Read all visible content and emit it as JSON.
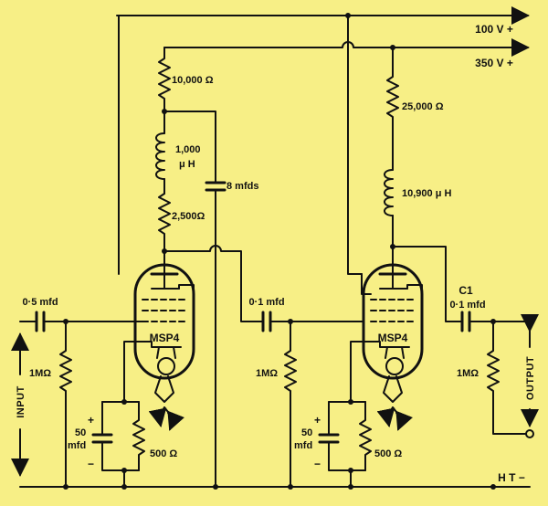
{
  "colors": {
    "background": "#f7ef86",
    "ink": "#111111"
  },
  "rails": {
    "v100": "100 V +",
    "v350": "350 V +",
    "ht_minus": "H T −"
  },
  "stage1": {
    "tube": "MSP4",
    "r_top": "10,000 Ω",
    "choke_value": "1,000",
    "choke_unit": "μ H",
    "r_mid": "2,500Ω",
    "decoupling_cap": "8 mfds",
    "input_cap": "0·5 mfd",
    "grid_leak": "1MΩ",
    "cathode_cap_value": "50",
    "cathode_cap_unit": "mfd",
    "cathode_res": "500 Ω"
  },
  "stage2": {
    "tube": "MSP4",
    "r_top": "25,000 Ω",
    "choke": "10,900 μ H",
    "coupling_cap": "0·1  mfd",
    "grid_leak": "1MΩ",
    "cathode_cap_value": "50",
    "cathode_cap_unit": "mfd",
    "cathode_res": "500 Ω"
  },
  "output": {
    "cap_name": "C1",
    "cap_value": "0·1  mfd",
    "grid_leak": "1MΩ",
    "label": "OUTPUT"
  },
  "input": {
    "label": "INPUT"
  },
  "polarity": {
    "plus": "+",
    "minus": "−"
  }
}
